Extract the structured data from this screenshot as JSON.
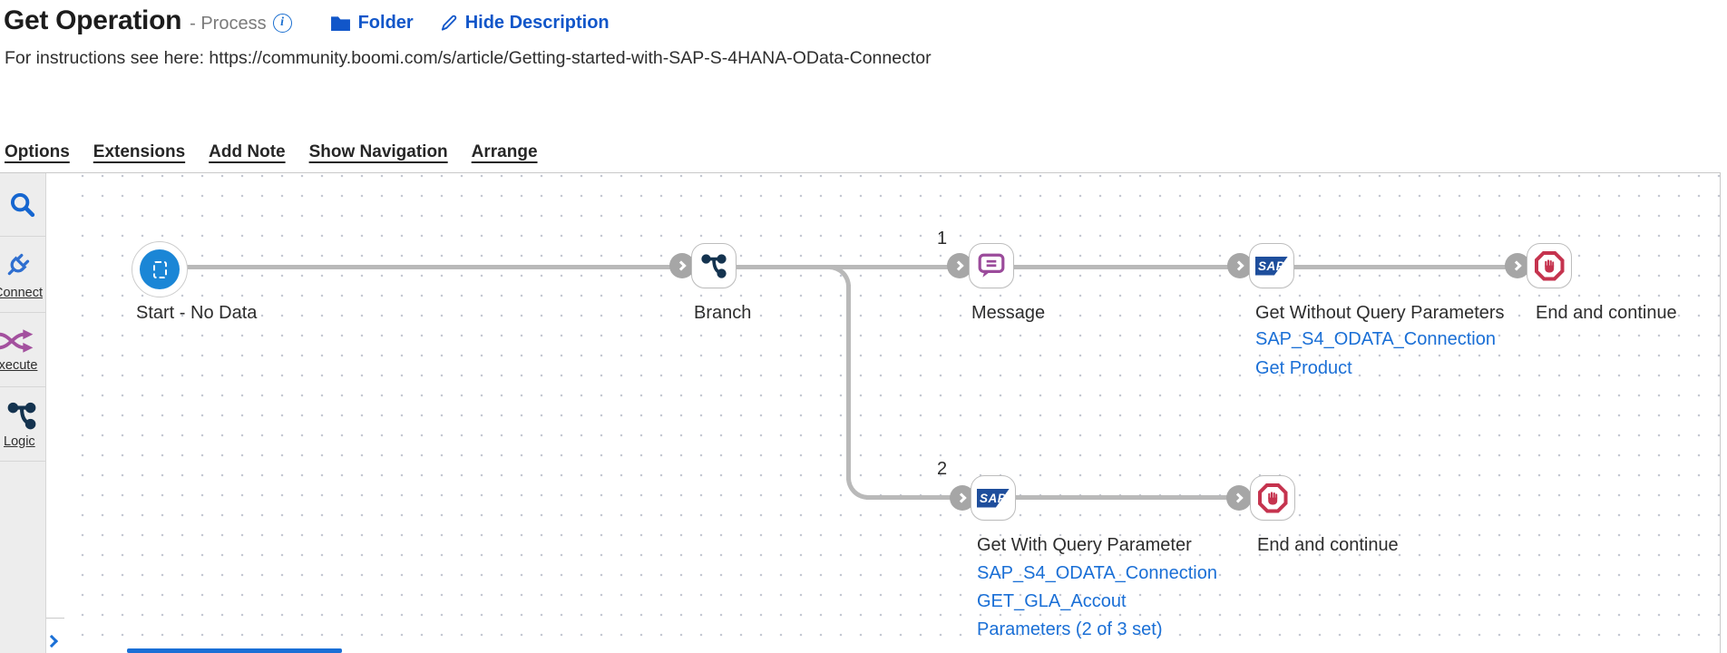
{
  "header": {
    "title": "Get Operation",
    "subtitle": "- Process",
    "info_glyph": "i",
    "folder_label": "Folder",
    "hide_description_label": "Hide Description",
    "description": "For instructions see here: https://community.boomi.com/s/article/Getting-started-with-SAP-S-4HANA-OData-Connector"
  },
  "toolbar": {
    "items": [
      {
        "label": "Options"
      },
      {
        "label": "Extensions"
      },
      {
        "label": "Add Note"
      },
      {
        "label": "Show Navigation"
      },
      {
        "label": "Arrange"
      }
    ]
  },
  "palette": {
    "search_icon": "search-icon",
    "items": [
      {
        "label": "Connect",
        "icon": "plug-icon"
      },
      {
        "label": "Execute",
        "icon": "shuffle-icon"
      },
      {
        "label": "Logic",
        "icon": "branch-icon"
      }
    ],
    "expand_icon": "chevron-right-icon"
  },
  "canvas": {
    "branch_numbers": {
      "first": "1",
      "second": "2"
    },
    "sap_logo_text": "SAP",
    "nodes": {
      "start": {
        "label": "Start - No Data"
      },
      "branch": {
        "label": "Branch"
      },
      "message": {
        "label": "Message"
      },
      "sap_get_without": {
        "label": "Get Without Query Parameters",
        "links": [
          "SAP_S4_ODATA_Connection",
          "Get Product"
        ]
      },
      "end_top": {
        "label": "End and continue"
      },
      "sap_get_with": {
        "label": "Get With Query Parameter",
        "links": [
          "SAP_S4_ODATA_Connection",
          "GET_GLA_Accout",
          "Parameters (2 of 3 set)"
        ]
      },
      "end_bottom": {
        "label": "End and continue"
      }
    }
  },
  "colors": {
    "accent_blue": "#1156c9",
    "link_blue": "#1a6fd6",
    "start_blue": "#1b86d6",
    "message_purple": "#9b4b9b",
    "sap_navy": "#1e4e9c",
    "end_red": "#c5334e",
    "logic_navy": "#14334f",
    "execute_purple": "#a3509e",
    "connector_gray": "#b9b9b9"
  }
}
